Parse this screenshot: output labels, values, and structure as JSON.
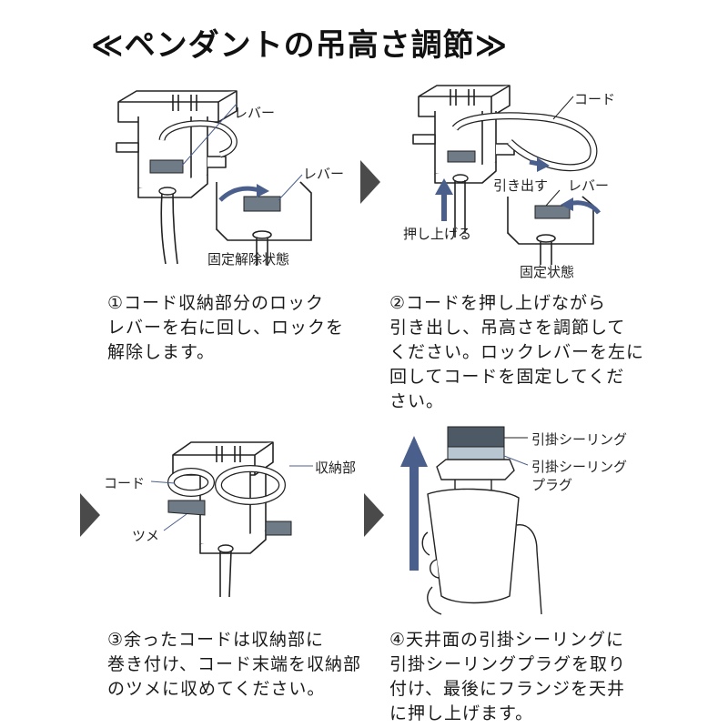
{
  "title": "≪ペンダントの吊高さ調節≫",
  "colors": {
    "accent_arrow": "#4b5f8c",
    "lever_gray": "#6f7b86",
    "step_arrow": "#4a4a4a",
    "ceiling_dark": "#4d5a66",
    "ceiling_plug": "#b8c6d2"
  },
  "steps": [
    {
      "number": "①",
      "caption_lines": [
        "①コード収納部分のロック",
        "レバーを右に回し、ロックを",
        "解除します。"
      ],
      "labels": {
        "lever_main": "レバー",
        "lever_detail": "レバー",
        "state": "固定解除状態"
      }
    },
    {
      "number": "②",
      "caption_lines": [
        "②コードを押し上げながら",
        "引き出し、吊高さを調節して",
        "ください。ロックレバーを左に",
        "回してコードを固定してくだ",
        "さい。"
      ],
      "labels": {
        "cord": "コード",
        "pull_out": "引き出す",
        "lever": "レバー",
        "push_up": "押し上げる",
        "state": "固定状態"
      }
    },
    {
      "number": "③",
      "caption_lines": [
        "③余ったコードは収納部に",
        "巻き付け、コード末端を収納部",
        "のツメに収めてください。"
      ],
      "labels": {
        "cord": "コード",
        "storage": "収納部",
        "tab": "ツメ"
      }
    },
    {
      "number": "④",
      "caption_lines": [
        "④天井面の引掛シーリングに",
        "引掛シーリングプラグを取り",
        "付け、最後にフランジを天井",
        "に押し上げます。"
      ],
      "labels": {
        "ceiling": "引掛シーリング",
        "plug_line1": "引掛シーリング",
        "plug_line2": "プラグ"
      }
    }
  ]
}
